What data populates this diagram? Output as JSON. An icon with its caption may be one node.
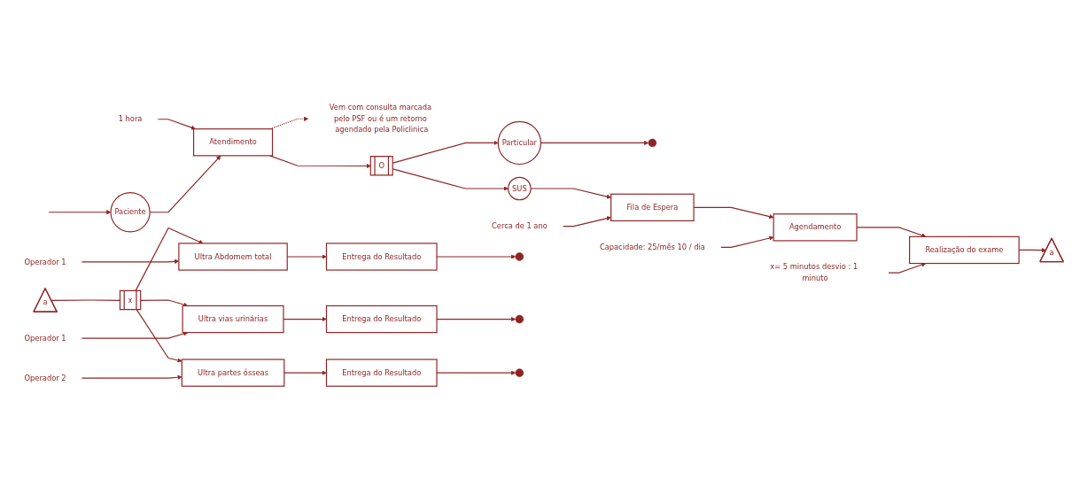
{
  "diagram": {
    "nodes": [
      {
        "text": [
          "Paciente"
        ]
      },
      {
        "text": [
          "Atendimento"
        ]
      },
      {
        "text": [
          "O"
        ]
      },
      {
        "text": [
          "SUS"
        ]
      },
      {
        "text": [
          "Particular"
        ]
      },
      {
        "text": [
          "Fila de Espera"
        ]
      },
      {
        "text": [
          "Agendamento"
        ]
      },
      {
        "text": [
          "Realização do exame"
        ]
      },
      {
        "text": [
          "a"
        ]
      },
      {
        "text": [],
        "shape": "circle"
      },
      {
        "text": [
          "Vem com consulta marcada pelo PSF ou é um retorno agendado pela Policlinica"
        ]
      },
      {
        "text": [
          "a"
        ]
      },
      {
        "text": [
          "x"
        ]
      },
      {
        "text": [
          "Ultra Abdomem total"
        ]
      },
      {
        "text": [
          "Entrega do Resultado"
        ]
      },
      {
        "text": [],
        "shape": "circle"
      },
      {
        "text": [
          "Ultra vias urinárias"
        ]
      },
      {
        "text": [
          "Entrega do Resultado"
        ]
      },
      {
        "text": [],
        "shape": "circle"
      },
      {
        "text": [
          "Ultra partes ósseas"
        ]
      },
      {
        "text": [
          "Entrega do Resultado"
        ]
      },
      {
        "text": [],
        "shape": "circle"
      },
      {
        "text": [
          "1 hora"
        ]
      },
      {
        "text": [
          "Cerca de 1 ano"
        ]
      },
      {
        "text": [
          "Capacidade: 25/mês 10 / dia"
        ]
      },
      {
        "text": [
          "x= 5 minutos desvio : 1 minuto"
        ]
      },
      {
        "text": [
          "Operador 1"
        ]
      },
      {
        "text": [
          "Operador 1"
        ]
      },
      {
        "text": [
          "Operador 2"
        ]
      }
    ],
    "edges": [
      {
        "from": null,
        "to": 0,
        "arrow": "to"
      },
      {
        "from": 22,
        "to": 1,
        "arrow": "to"
      },
      {
        "from": 0,
        "to": 1,
        "arrow": "to"
      },
      {
        "from": 1,
        "to": 2,
        "arrow": "to"
      },
      {
        "from": 1,
        "to": 10,
        "arrow": "to",
        "style": "dashed"
      },
      {
        "from": 2,
        "to": 3,
        "arrow": "to"
      },
      {
        "from": 2,
        "to": 4,
        "arrow": "to"
      },
      {
        "from": 3,
        "to": 5,
        "arrow": "to"
      },
      {
        "from": 23,
        "to": 5,
        "arrow": "to"
      },
      {
        "from": 5,
        "to": 6,
        "arrow": "to"
      },
      {
        "from": 24,
        "to": 6,
        "arrow": "to"
      },
      {
        "from": 6,
        "to": 7,
        "arrow": "to"
      },
      {
        "from": 25,
        "to": 7,
        "arrow": "to"
      },
      {
        "from": 7,
        "to": 8,
        "arrow": "to"
      },
      {
        "from": 4,
        "to": 9,
        "arrow": "to"
      },
      {
        "from": 11,
        "to": 12,
        "arrow": "none"
      },
      {
        "from": 12,
        "to": 13,
        "arrow": "to"
      },
      {
        "from": 12,
        "to": 16,
        "arrow": "to"
      },
      {
        "from": 12,
        "to": 19,
        "arrow": "to"
      },
      {
        "from": 13,
        "to": 14,
        "arrow": "to"
      },
      {
        "from": 14,
        "to": 15,
        "arrow": "to"
      },
      {
        "from": 26,
        "to": 13,
        "arrow": "to"
      },
      {
        "from": 16,
        "to": 17,
        "arrow": "to"
      },
      {
        "from": 17,
        "to": 18,
        "arrow": "to"
      },
      {
        "from": 27,
        "to": 16,
        "arrow": "to"
      },
      {
        "from": 19,
        "to": 20,
        "arrow": "to"
      },
      {
        "from": 20,
        "to": 21,
        "arrow": "to"
      },
      {
        "from": 28,
        "to": 19,
        "arrow": "to"
      }
    ]
  }
}
